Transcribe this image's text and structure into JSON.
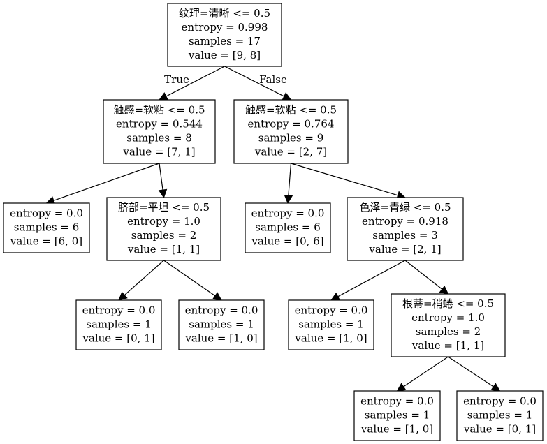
{
  "nodes": [
    {
      "id": "n0",
      "lines": [
        "纹理=清晰 <= 0.5",
        "entropy = 0.998",
        "samples = 17",
        "value = [9, 8]"
      ]
    },
    {
      "id": "n1",
      "lines": [
        "触感=软粘 <= 0.5",
        "entropy = 0.544",
        "samples = 8",
        "value = [7, 1]"
      ]
    },
    {
      "id": "n2",
      "lines": [
        "触感=软粘 <= 0.5",
        "entropy = 0.764",
        "samples = 9",
        "value = [2, 7]"
      ]
    },
    {
      "id": "n3",
      "lines": [
        "entropy = 0.0",
        "samples = 6",
        "value = [6, 0]"
      ]
    },
    {
      "id": "n4",
      "lines": [
        "脐部=平坦 <= 0.5",
        "entropy = 1.0",
        "samples = 2",
        "value = [1, 1]"
      ]
    },
    {
      "id": "n5",
      "lines": [
        "entropy = 0.0",
        "samples = 6",
        "value = [0, 6]"
      ]
    },
    {
      "id": "n6",
      "lines": [
        "色泽=青绿 <= 0.5",
        "entropy = 0.918",
        "samples = 3",
        "value = [2, 1]"
      ]
    },
    {
      "id": "n7",
      "lines": [
        "entropy = 0.0",
        "samples = 1",
        "value = [0, 1]"
      ]
    },
    {
      "id": "n8",
      "lines": [
        "entropy = 0.0",
        "samples = 1",
        "value = [1, 0]"
      ]
    },
    {
      "id": "n9",
      "lines": [
        "entropy = 0.0",
        "samples = 1",
        "value = [1, 0]"
      ]
    },
    {
      "id": "n10",
      "lines": [
        "根蒂=稍蜷 <= 0.5",
        "entropy = 1.0",
        "samples = 2",
        "value = [1, 1]"
      ]
    },
    {
      "id": "n11",
      "lines": [
        "entropy = 0.0",
        "samples = 1",
        "value = [1, 0]"
      ]
    },
    {
      "id": "n12",
      "lines": [
        "entropy = 0.0",
        "samples = 1",
        "value = [0, 1]"
      ]
    }
  ],
  "edges": [
    {
      "from": "n0",
      "to": "n1",
      "label": "True"
    },
    {
      "from": "n0",
      "to": "n2",
      "label": "False"
    },
    {
      "from": "n1",
      "to": "n3",
      "label": ""
    },
    {
      "from": "n1",
      "to": "n4",
      "label": ""
    },
    {
      "from": "n2",
      "to": "n5",
      "label": ""
    },
    {
      "from": "n2",
      "to": "n6",
      "label": ""
    },
    {
      "from": "n4",
      "to": "n7",
      "label": ""
    },
    {
      "from": "n4",
      "to": "n8",
      "label": ""
    },
    {
      "from": "n6",
      "to": "n9",
      "label": ""
    },
    {
      "from": "n6",
      "to": "n10",
      "label": ""
    },
    {
      "from": "n10",
      "to": "n11",
      "label": ""
    },
    {
      "from": "n10",
      "to": "n12",
      "label": ""
    }
  ]
}
